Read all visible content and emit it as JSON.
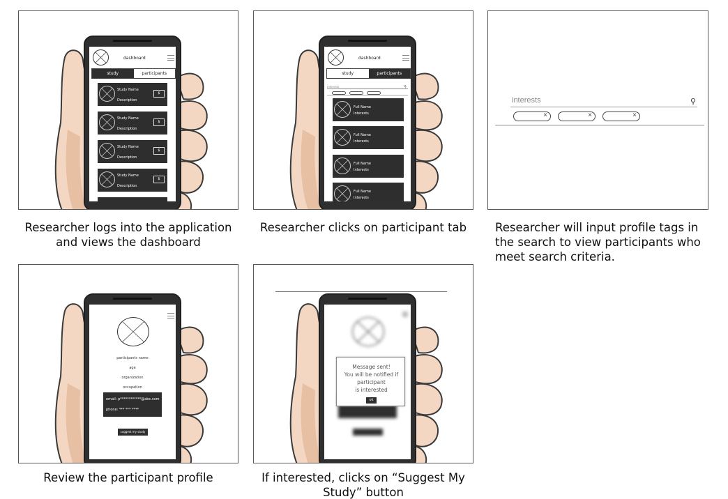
{
  "colors": {
    "panel_border": "#555555",
    "phone_body": "#2f2f2f",
    "card_dark": "#2e2e2e",
    "skin": "#f3d7c3",
    "skin_shadow": "#e3b797",
    "outline": "#3a3a3a"
  },
  "panels": [
    {
      "caption": "Researcher logs into the application and views the dashboard",
      "screen": {
        "title": "dashboard",
        "tabs": [
          "study",
          "participants"
        ],
        "active_tab": "study",
        "cards": [
          {
            "name": "Study Name",
            "description": "Description",
            "price": "$"
          },
          {
            "name": "Study Name",
            "description": "Description",
            "price": "$"
          },
          {
            "name": "Study Name",
            "description": "Description",
            "price": "$"
          },
          {
            "name": "Study Name",
            "description": "Description",
            "price": "$"
          }
        ]
      }
    },
    {
      "caption": "Researcher clicks on participant tab",
      "screen": {
        "title": "dashboard",
        "tabs": [
          "study",
          "participants"
        ],
        "active_tab": "participants",
        "search_placeholder": "interests",
        "cards": [
          {
            "name": "Full Name",
            "interests": "Interests"
          },
          {
            "name": "Full Name",
            "interests": "Interests"
          },
          {
            "name": "Full Name",
            "interests": "Interests"
          },
          {
            "name": "Full Name",
            "interests": "Interests"
          }
        ]
      }
    },
    {
      "caption": "Researcher will input profile tags in the search to view participants who meet search criteria.",
      "search_placeholder": "interests",
      "chip_close": "×"
    },
    {
      "caption": "Review the participant profile",
      "screen": {
        "name": "participants name",
        "age": "age",
        "organization": "organization",
        "occupation": "occupation",
        "email": "email: p************@abc.com",
        "phone": "phone: *** *** ****",
        "button": "suggest my study"
      }
    },
    {
      "caption": "If interested, clicks on “Suggest My Study” button",
      "modal": {
        "line1": "Message sent!",
        "line2": "You will be notified if",
        "line3": "participant",
        "line4": "is interested",
        "ok": "ok"
      }
    }
  ]
}
